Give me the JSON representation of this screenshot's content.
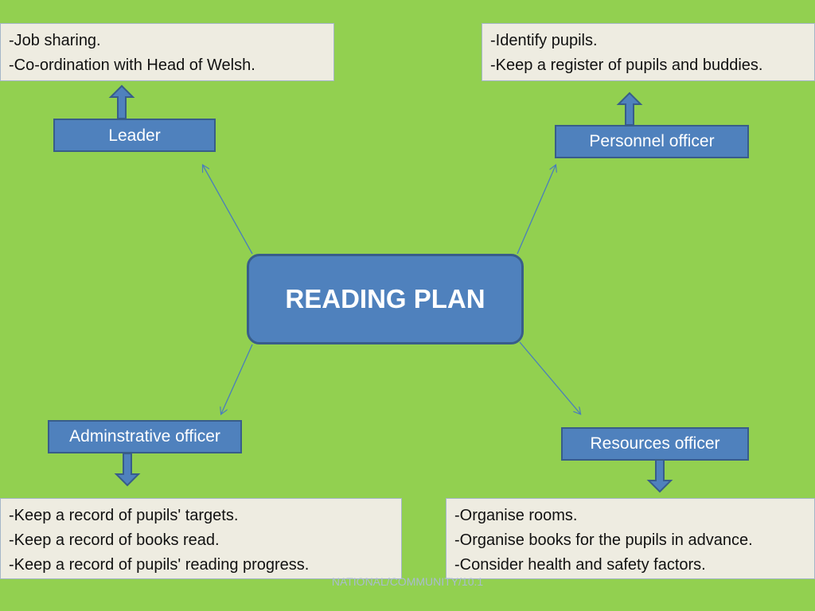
{
  "center": {
    "title": "READING PLAN"
  },
  "roles": {
    "leader": "Leader",
    "personnel": "Personnel officer",
    "admin": "Adminstrative officer",
    "resources": "Resources officer"
  },
  "notes": {
    "leader": [
      "-Job sharing.",
      "-Co-ordination with Head of Welsh."
    ],
    "personnel": [
      "-Identify pupils.",
      "-Keep a register of pupils and buddies."
    ],
    "admin": [
      "-Keep a record of pupils' targets.",
      "-Keep a record of books read.",
      "-Keep a record of pupils' reading progress."
    ],
    "resources": [
      "-Organise rooms.",
      "-Organise books for the pupils in advance.",
      "-Consider health and safety factors."
    ]
  },
  "footer": "NATIONAL/COMMUNITY/10.1",
  "colors": {
    "background": "#92d050",
    "box_blue": "#4f81bd",
    "box_border": "#385d8a",
    "note_fill": "#eeece1"
  }
}
